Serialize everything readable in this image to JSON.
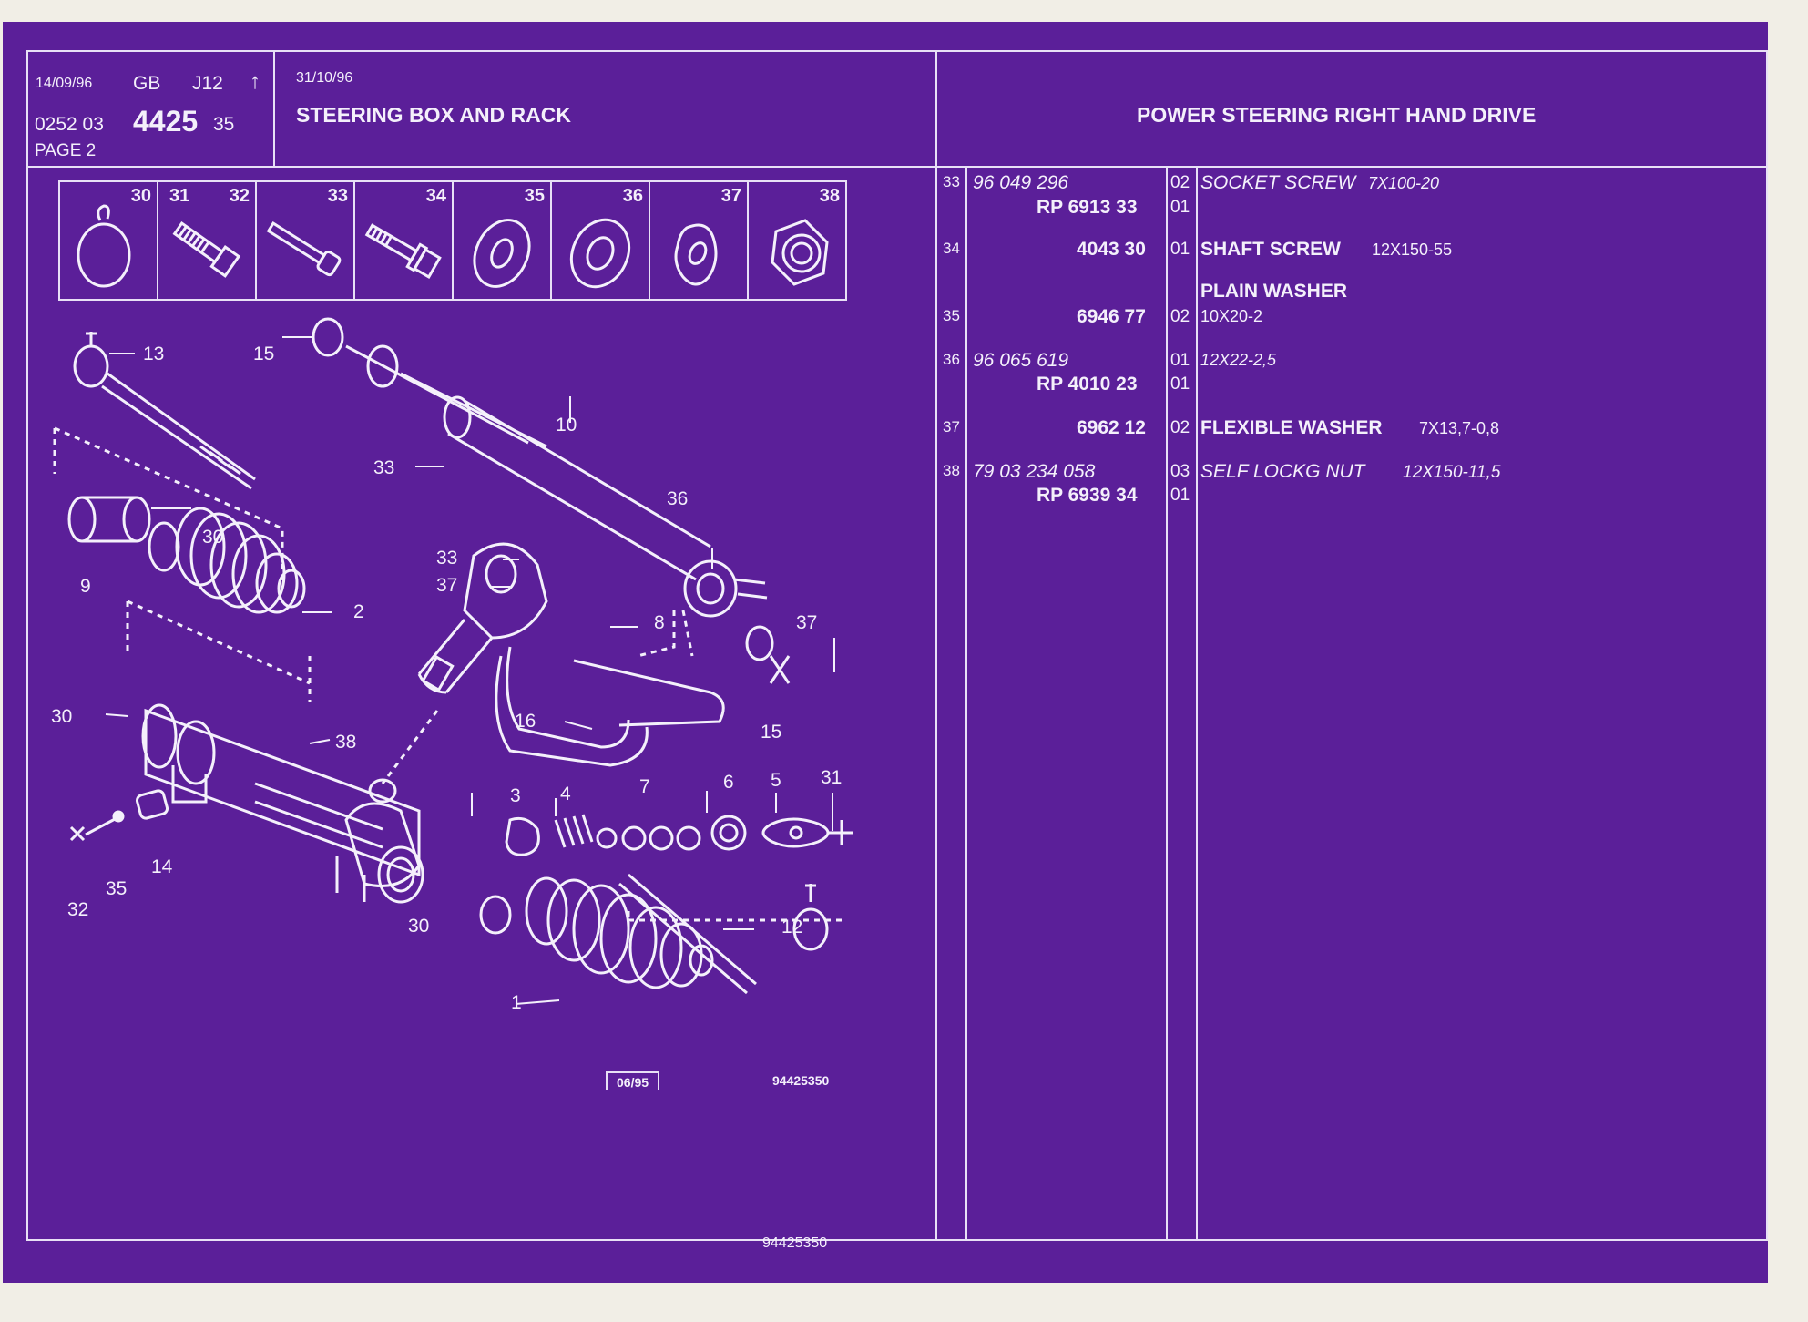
{
  "header": {
    "date1": "14/09/96",
    "country": "GB",
    "model": "J12",
    "arrow": "↑",
    "date2": "31/10/96",
    "ref_prefix": "0252 03",
    "ref_main": "4425",
    "ref_suffix": "35",
    "page": "PAGE 2",
    "title_left": "STEERING BOX AND RACK",
    "title_right": "POWER STEERING RIGHT HAND DRIVE"
  },
  "thumbnails": [
    {
      "num": "30",
      "icon": "circlip-icon"
    },
    {
      "num": "31",
      "num2": "32",
      "icon": "bolt-icon"
    },
    {
      "num": "33",
      "icon": "socket-screw-icon"
    },
    {
      "num": "34",
      "icon": "shaft-screw-icon"
    },
    {
      "num": "35",
      "icon": "plain-washer-icon"
    },
    {
      "num": "36",
      "icon": "washer-icon"
    },
    {
      "num": "37",
      "icon": "flexible-washer-icon"
    },
    {
      "num": "38",
      "icon": "lock-nut-icon"
    }
  ],
  "callouts": {
    "c13": "13",
    "c15a": "15",
    "c10": "10",
    "c33a": "33",
    "c36": "36",
    "c30a": "30",
    "c9": "9",
    "c2": "2",
    "c33b": "33",
    "c37a": "37",
    "c8": "8",
    "c37b": "37",
    "c16": "16",
    "c15b": "15",
    "c30b": "30",
    "c38": "38",
    "c3": "3",
    "c4": "4",
    "c7": "7",
    "c6": "6",
    "c5": "5",
    "c31": "31",
    "c14": "14",
    "c35": "35",
    "c32": "32",
    "c30c": "30",
    "c12": "12",
    "c1": "1"
  },
  "stamp": "06/95",
  "drawing_ref": "94425350",
  "footer_ref": "94425350",
  "parts": [
    {
      "pos": "33",
      "ref1": "96 049 296",
      "ref2": "RP  6913 33",
      "qty1": "02",
      "qty2": "01",
      "desc": "SOCKET SCREW",
      "spec": "7X100-20"
    },
    {
      "pos": "34",
      "ref1": "4043 30",
      "qty1": "01",
      "desc": "SHAFT SCREW",
      "spec": "12X150-55"
    },
    {
      "pos": "35",
      "ref1": "6946 77",
      "qty1": "02",
      "desc": "PLAIN WASHER",
      "spec": "10X20-2"
    },
    {
      "pos": "36",
      "ref1": "96 065 619",
      "ref2": "RP  4010 23",
      "qty1": "01",
      "qty2": "01",
      "spec": "12X22-2,5"
    },
    {
      "pos": "37",
      "ref1": "6962 12",
      "qty1": "02",
      "desc": "FLEXIBLE WASHER",
      "spec": "7X13,7-0,8"
    },
    {
      "pos": "38",
      "ref1": "79 03 234 058",
      "ref2": "RP  6939 34",
      "qty1": "03",
      "qty2": "01",
      "desc": "SELF LOCKG NUT",
      "spec": "12X150-11,5"
    }
  ],
  "colors": {
    "background": "#5b1f99",
    "lines": "#e8e0f6",
    "paper": "#f1eee6"
  }
}
